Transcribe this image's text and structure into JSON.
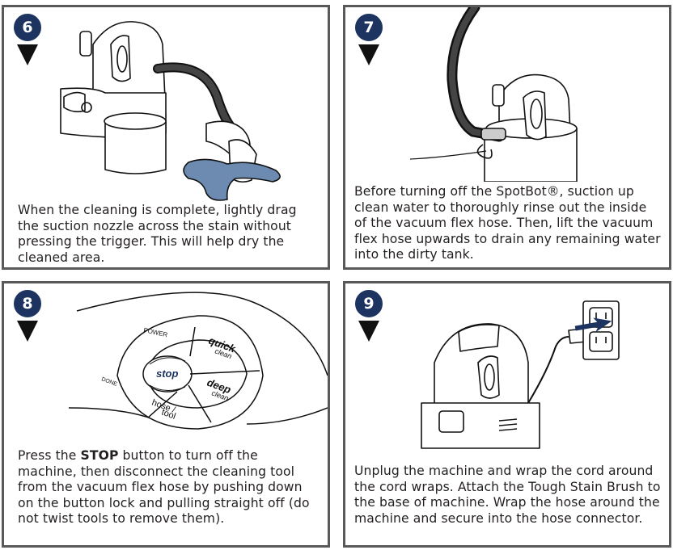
{
  "steps": [
    {
      "number": "6",
      "text": "When the cleaning is complete, lightly drag the suction nozzle across the stain without pressing the trigger. This will help dry the cleaned area."
    },
    {
      "number": "7",
      "text": "Before turning off the SpotBot®, suction up clean water to thoroughly rinse out the inside of the vacuum flex hose. Then, lift the vacuum flex hose upwards to drain any remaining water into the dirty tank."
    },
    {
      "number": "8",
      "text_before": "Press the ",
      "text_bold": "STOP",
      "text_after": " button to turn off the machine, then disconnect the cleaning tool from the vacuum flex hose by pushing down on the button lock and pulling straight off (do not twist tools to remove them)."
    },
    {
      "number": "9",
      "text": "Unplug the machine and wrap the cord around the cord wraps. Attach the Tough Stain Brush to the base of machine. Wrap the hose around the machine and secure into the hose connector."
    }
  ],
  "control_panel": {
    "power": "POWER",
    "stop": "stop",
    "quick": "quick",
    "quick_sub": "clean",
    "deep": "deep",
    "deep_sub": "clean",
    "hose": "hose /",
    "tool": "tool",
    "done": "DONE"
  },
  "colors": {
    "badge": "#1d3461",
    "border": "#58595b",
    "stain": "#6d8bb1",
    "stop_text": "#1d3461"
  }
}
